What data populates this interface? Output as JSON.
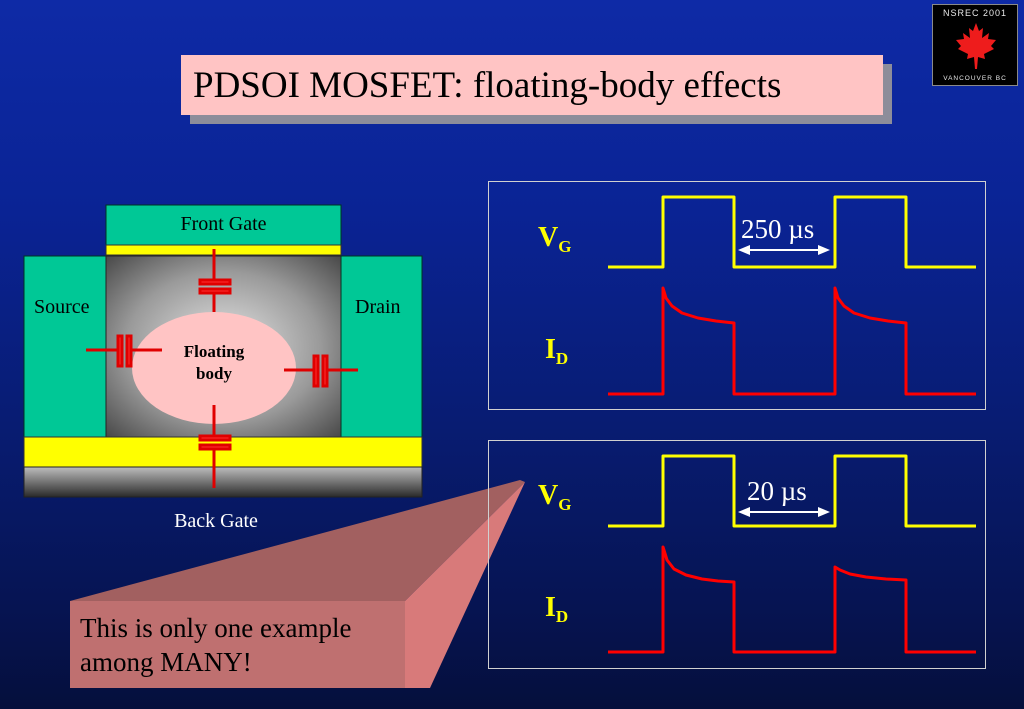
{
  "title": "PDSOI MOSFET: floating-body effects",
  "logo": {
    "top_text": "NSREC 2001",
    "bottom_text": "VANCOUVER BC",
    "icon": "maple-leaf-icon"
  },
  "diagram": {
    "front_gate": "Front Gate",
    "source": "Source",
    "drain": "Drain",
    "floating_line1": "Floating",
    "floating_line2": "body",
    "back_gate": "Back Gate"
  },
  "panels": [
    {
      "vg_main": "V",
      "vg_sub": "G",
      "id_main": "I",
      "id_sub": "D",
      "duration": "250 µs"
    },
    {
      "vg_main": "V",
      "vg_sub": "G",
      "id_main": "I",
      "id_sub": "D",
      "duration": "20 µs"
    }
  ],
  "callout": {
    "line1": "This is only one example",
    "line2": "among MANY!"
  },
  "colors": {
    "vg_trace": "#ffff00",
    "id_trace": "#ff0000",
    "gate": "#00c896",
    "oxide": "#ffff00",
    "body": "#ffc4c4",
    "title_bg": "#ffc4c4"
  }
}
